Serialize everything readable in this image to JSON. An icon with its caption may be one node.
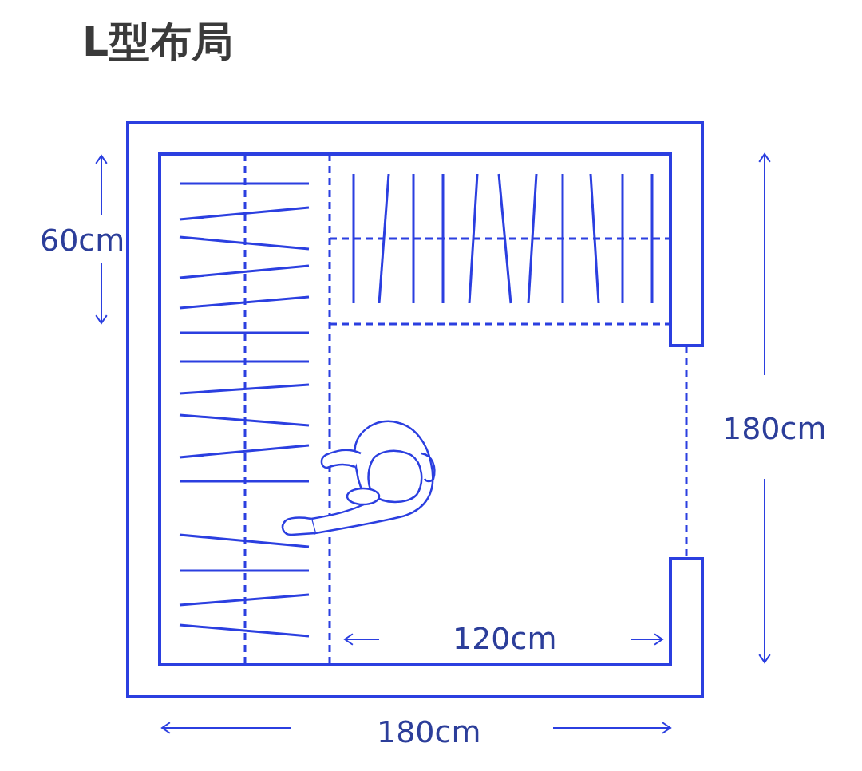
{
  "diagram": {
    "title": "L型布局",
    "labels": [
      "60cm",
      "180cm",
      "120cm",
      "180cm"
    ]
  }
}
